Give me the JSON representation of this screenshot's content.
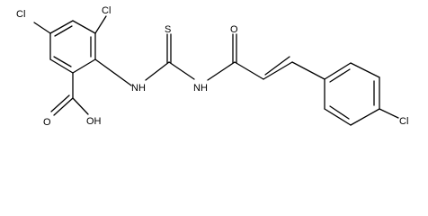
{
  "molecule": {
    "atoms": {
      "cl_top_left": "Cl",
      "cl_top_center": "Cl",
      "cl_right": "Cl",
      "nh_left": "NH",
      "nh_right": "NH",
      "thione_s": "S",
      "amide_o": "O",
      "acid_o": "O",
      "acid_oh": "OH"
    }
  }
}
